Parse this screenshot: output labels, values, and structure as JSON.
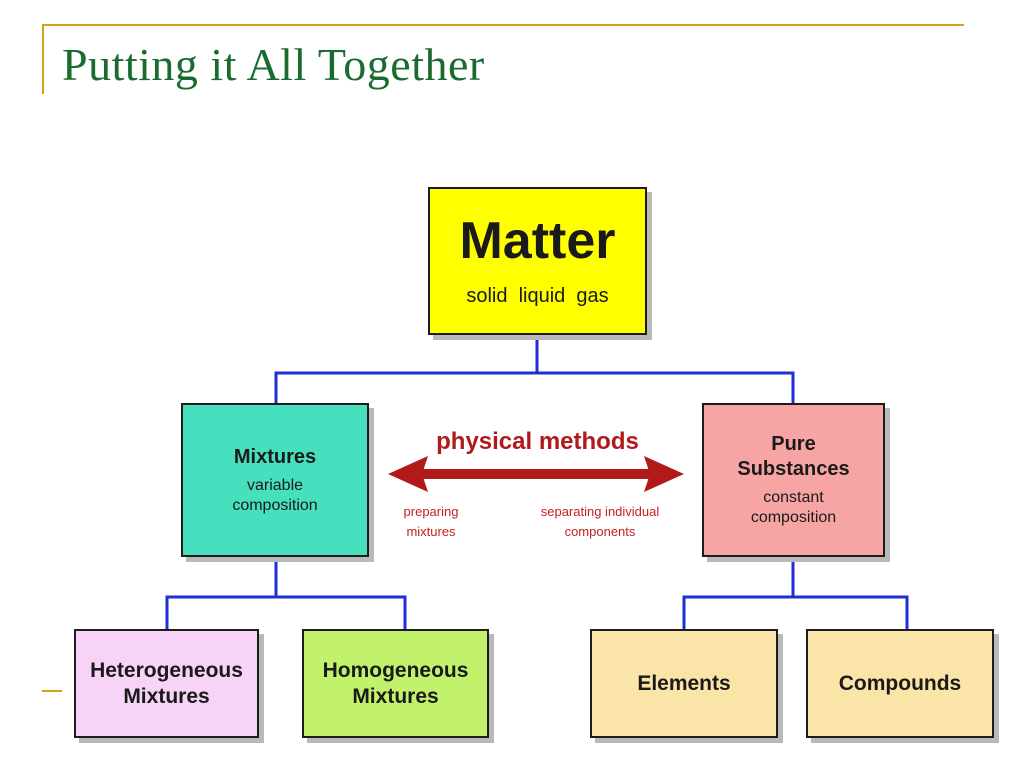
{
  "slide": {
    "title": "Putting it All Together"
  },
  "diagram": {
    "matter": {
      "title": "Matter",
      "subtitle": "solid  liquid  gas"
    },
    "mixtures": {
      "title": "Mixtures",
      "subtitle_line1": "variable",
      "subtitle_line2": "composition"
    },
    "pure_substances": {
      "title_line1": "Pure",
      "title_line2": "Substances",
      "subtitle_line1": "constant",
      "subtitle_line2": "composition"
    },
    "heterogeneous": {
      "line1": "Heterogeneous",
      "line2": "Mixtures"
    },
    "homogeneous": {
      "line1": "Homogeneous",
      "line2": "Mixtures"
    },
    "elements": {
      "label": "Elements"
    },
    "compounds": {
      "label": "Compounds"
    },
    "methods": {
      "label": "physical methods",
      "left_note_line1": "preparing",
      "left_note_line2": "mixtures",
      "right_note_line1": "separating individual",
      "right_note_line2": "components"
    }
  },
  "colors": {
    "title": "#1a6b2f",
    "rule": "#d4a017",
    "connector": "#1f2fd6",
    "arrow": "#b01a1a",
    "matter_fill": "#ffff00",
    "mixtures_fill": "#47e0bf",
    "pure_fill": "#f7a4a4",
    "hetero_fill": "#f7d3f7",
    "homo_fill": "#c2f26c",
    "leaf_fill": "#fbe4a7"
  }
}
